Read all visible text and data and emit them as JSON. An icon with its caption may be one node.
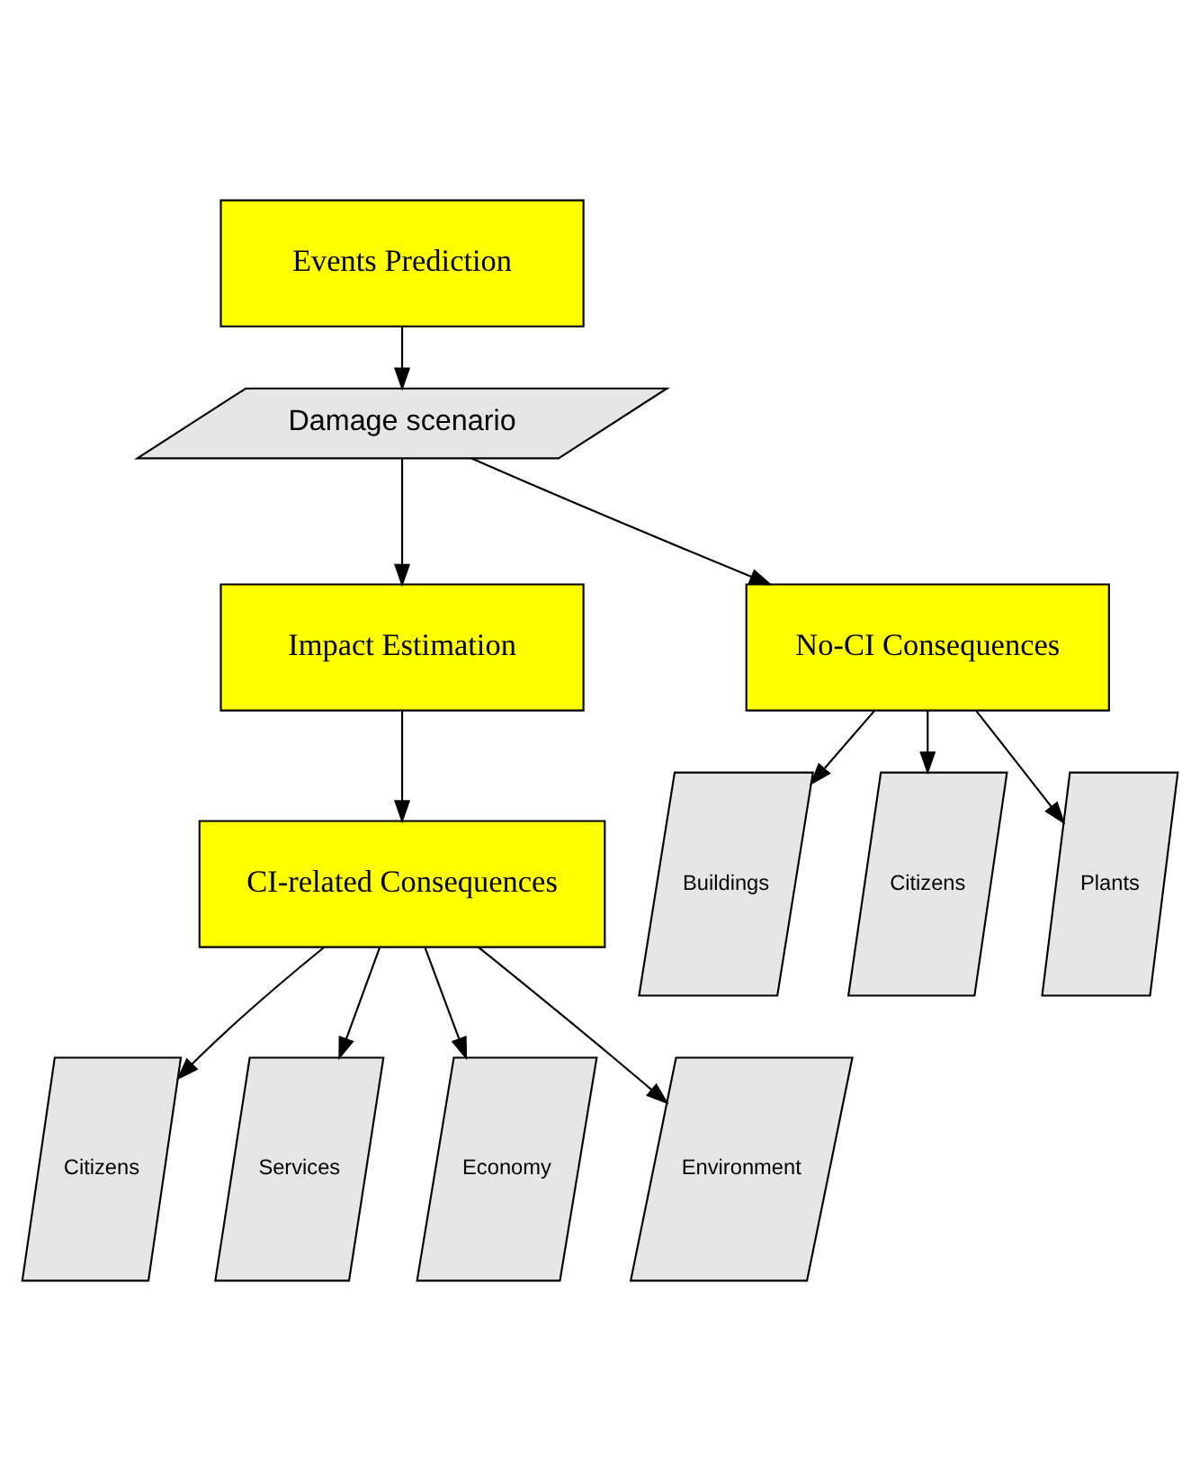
{
  "diagram": {
    "nodes": [
      {
        "text": [
          "Events Prediction"
        ]
      },
      {
        "text": [
          "Damage scenario"
        ]
      },
      {
        "text": [
          "Impact Estimation"
        ]
      },
      {
        "text": [
          "No-CI Consequences"
        ]
      },
      {
        "text": [
          "CI-related Consequences"
        ]
      },
      {
        "text": [
          "Buildings"
        ]
      },
      {
        "text": [
          "Citizens"
        ]
      },
      {
        "text": [
          "Plants"
        ]
      },
      {
        "text": [
          "Citizens"
        ]
      },
      {
        "text": [
          "Services"
        ]
      },
      {
        "text": [
          "Economy"
        ]
      },
      {
        "text": [
          "Environment"
        ]
      }
    ],
    "edges": [
      {
        "from": 0,
        "to": 1,
        "arrow": "to"
      },
      {
        "from": 1,
        "to": 3,
        "arrow": "to"
      },
      {
        "from": 1,
        "to": 2,
        "arrow": "to"
      },
      {
        "from": 2,
        "to": 4,
        "arrow": "to"
      },
      {
        "from": 3,
        "to": 5,
        "arrow": "to"
      },
      {
        "from": 3,
        "to": 6,
        "arrow": "to"
      },
      {
        "from": 3,
        "to": 7,
        "arrow": "to"
      },
      {
        "from": 4,
        "to": 8,
        "arrow": "to"
      },
      {
        "from": 4,
        "to": 9,
        "arrow": "to"
      },
      {
        "from": 4,
        "to": 10,
        "arrow": "to"
      },
      {
        "from": 4,
        "to": 11,
        "arrow": "to"
      }
    ]
  }
}
